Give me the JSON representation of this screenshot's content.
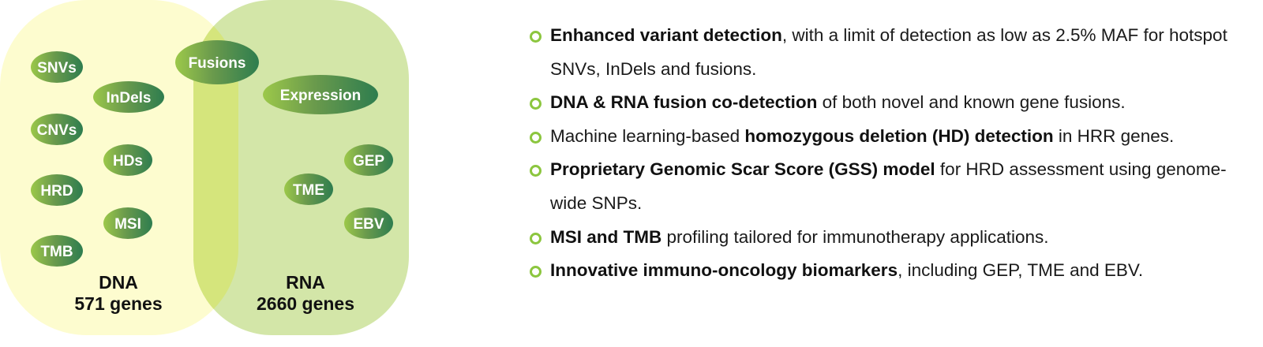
{
  "venn": {
    "dna": {
      "title": "DNA",
      "subtitle": "571 genes",
      "color": "#fdfccf"
    },
    "rna": {
      "title": "RNA",
      "subtitle": "2660 genes",
      "color": "#d3e6a8"
    },
    "overlap_color": "#d5e57c",
    "dna_markers": [
      "SNVs",
      "InDels",
      "CNVs",
      "HDs",
      "HRD",
      "MSI",
      "TMB"
    ],
    "shared_markers": [
      "Fusions"
    ],
    "rna_markers": [
      "Expression",
      "GEP",
      "TME",
      "EBV"
    ],
    "oval_gradient": [
      "#9cc84a",
      "#2e7d4f"
    ]
  },
  "features": [
    {
      "bold": "Enhanced variant detection",
      "rest": ", with a limit of detection as low as 2.5% MAF for hotspot SNVs, InDels and fusions."
    },
    {
      "pre": "",
      "bold": "DNA & RNA fusion co-detection",
      "rest": " of both novel and known gene fusions."
    },
    {
      "pre": "Machine learning-based ",
      "bold": "homozygous deletion (HD) detection",
      "rest": " in HRR genes."
    },
    {
      "pre": "",
      "bold": "Proprietary Genomic Scar Score (GSS) model",
      "rest": " for HRD assessment using genome-wide SNPs."
    },
    {
      "pre": "",
      "bold": "MSI and TMB",
      "rest": " profiling tailored for immunotherapy applications."
    },
    {
      "pre": "",
      "bold": "Innovative immuno-oncology biomarkers",
      "rest": ", including GEP, TME and EBV."
    }
  ],
  "bullet_color": "#8cc63f"
}
